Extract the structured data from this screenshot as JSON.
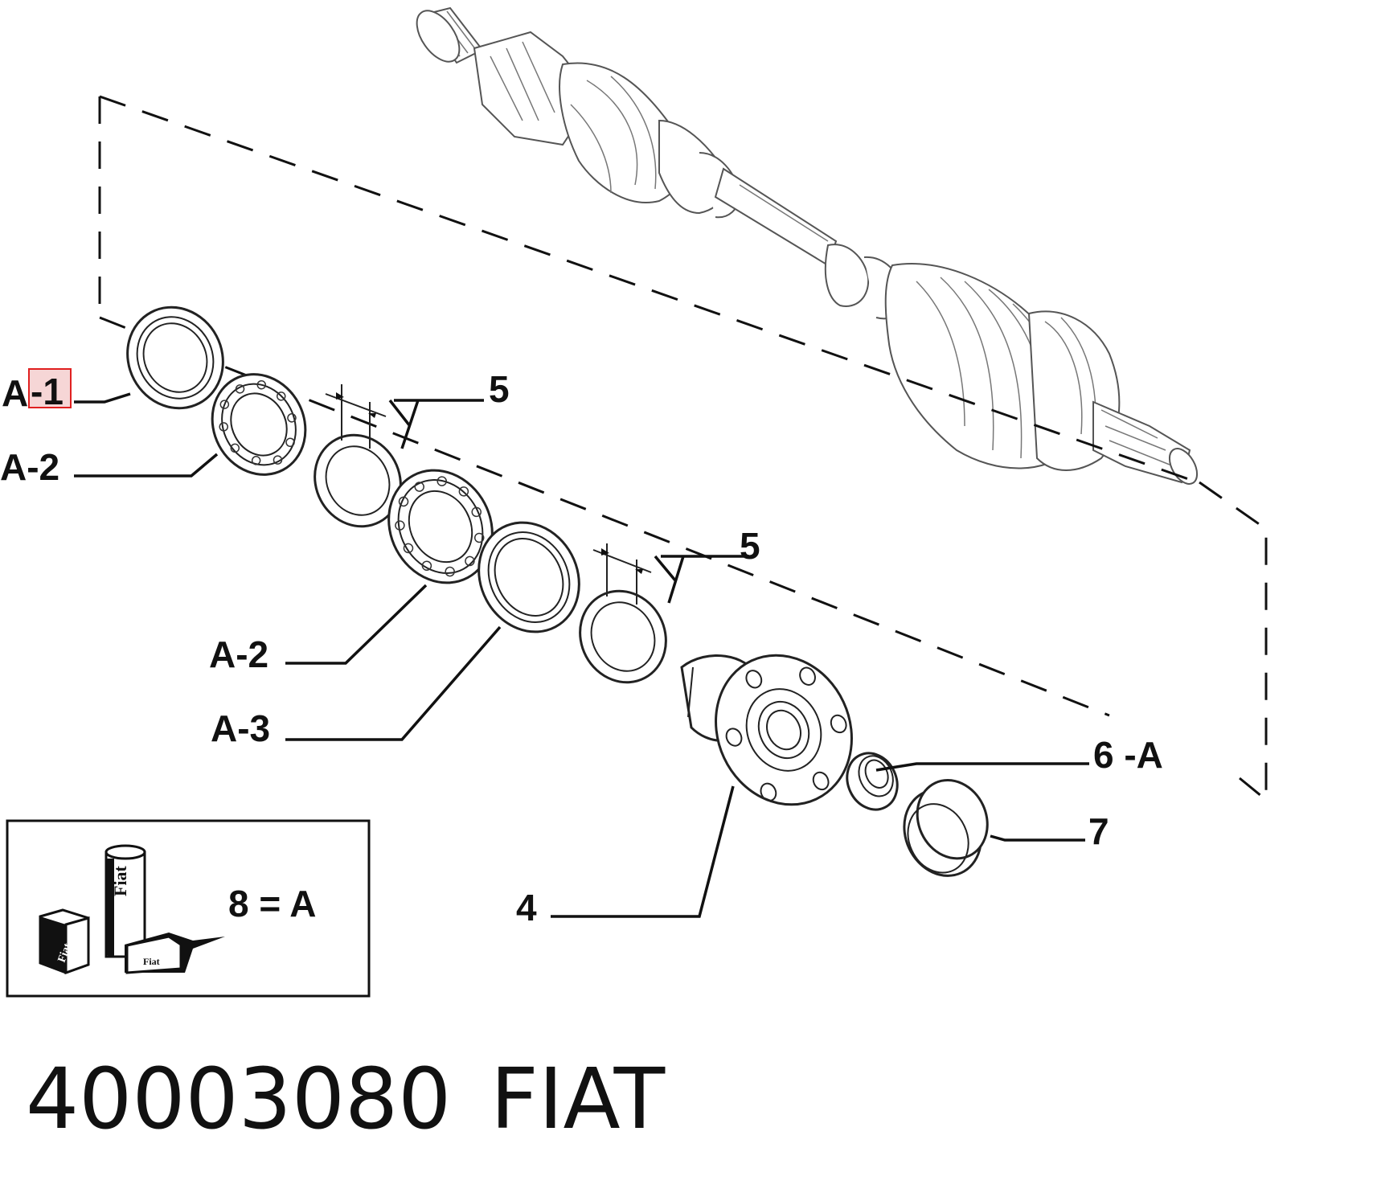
{
  "callouts": {
    "a1_prefix": "A",
    "a1_number": "-1",
    "a2_top": "A-2",
    "five_top": "5",
    "five_mid": "5",
    "a2_mid": "A-2",
    "a3": "A-3",
    "six_a": "6 -A",
    "seven": "7",
    "four": "4"
  },
  "legend": {
    "equation": "8 = A",
    "tube_brand": "Fiat",
    "box_brand_left": "Fiat",
    "box_brand_right": "Fiat"
  },
  "footer": {
    "part_number": "40003080",
    "brand": "FIAT"
  },
  "colors": {
    "line": "#111111",
    "highlight_box": "#e02020",
    "highlight_fill": "#f6d6d6"
  }
}
